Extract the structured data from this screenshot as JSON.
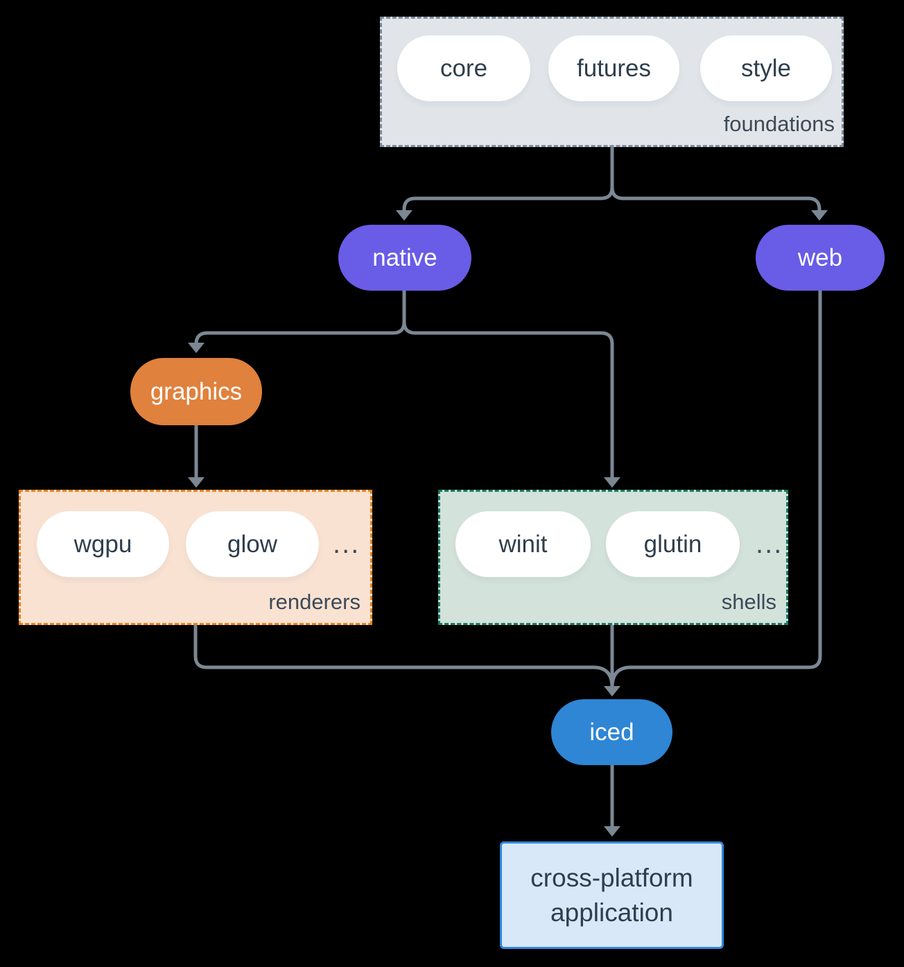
{
  "colors": {
    "bg": "#000000",
    "line": "#7b8894",
    "purple": "#695ce7",
    "orange": "#e0813d",
    "blue": "#2e86d5",
    "gray-fill": "#e1e5e9",
    "gray-border": "#7e8c9d",
    "peach-fill": "#f9e2d2",
    "orange-border": "#e8821c",
    "sage-fill": "#d3e2db",
    "teal-border": "#197a64",
    "app-fill": "#d9e8f9",
    "app-border": "#2f88df",
    "pill-text": "#2f3e4b",
    "label-text": "#3d4a57",
    "white": "#ffffff"
  },
  "groups": {
    "foundations": {
      "label": "foundations",
      "pills": [
        "core",
        "futures",
        "style"
      ]
    },
    "renderers": {
      "label": "renderers",
      "pills": [
        "wgpu",
        "glow"
      ],
      "ellipsis": "..."
    },
    "shells": {
      "label": "shells",
      "pills": [
        "winit",
        "glutin"
      ],
      "ellipsis": "..."
    }
  },
  "nodes": {
    "native": "native",
    "web": "web",
    "graphics": "graphics",
    "iced": "iced",
    "app": {
      "lines": [
        "cross-platform",
        "application"
      ]
    }
  }
}
